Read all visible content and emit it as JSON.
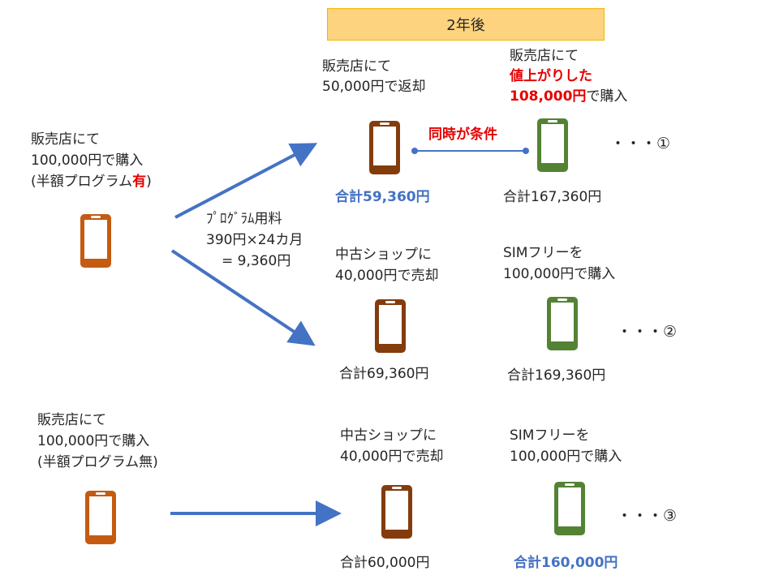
{
  "banner": "2年後",
  "left": {
    "with_program": {
      "line1": "販売店にて",
      "line2": "100,000円で購入",
      "line3_prefix": "(半額プログラム",
      "line3_mark": "有",
      "line3_suffix": ")"
    },
    "without_program": {
      "line1": "販売店にて",
      "line2": "100,000円で購入",
      "line3": "(半額プログラム無)"
    }
  },
  "fee": {
    "line1": "ﾌﾟﾛｸﾞﾗﾑ用料",
    "line2": "390円×24カ月",
    "line3": "= 9,360円"
  },
  "scenario1": {
    "return_line1": "販売店にて",
    "return_line2": "50,000円で返却",
    "buy_line1": "販売店にて",
    "buy_line2": "値上がりした",
    "buy_line3_price": "108,000円",
    "buy_line3_suffix": "で購入",
    "condition": "同時が条件",
    "total_a": "合計59,360円",
    "total_b": "合計167,360円",
    "marker": "・・・①"
  },
  "scenario2": {
    "sell_line1": "中古ショップに",
    "sell_line2": "40,000円で売却",
    "buy_line1": "SIMフリーを",
    "buy_line2": "100,000円で購入",
    "total_a": "合計69,360円",
    "total_b": "合計169,360円",
    "marker": "・・・②"
  },
  "scenario3": {
    "sell_line1": "中古ショップに",
    "sell_line2": "40,000円で売却",
    "buy_line1": "SIMフリーを",
    "buy_line2": "100,000円で購入",
    "total_a": "合計60,000円",
    "total_b": "合計160,000円",
    "marker": "・・・③"
  },
  "colors": {
    "phone_orange": "#c55a11",
    "phone_brown": "#843c0c",
    "phone_green": "#548235",
    "arrow": "#4472c4",
    "highlight_red": "#e60000",
    "banner_fill": "#fdd37f"
  }
}
